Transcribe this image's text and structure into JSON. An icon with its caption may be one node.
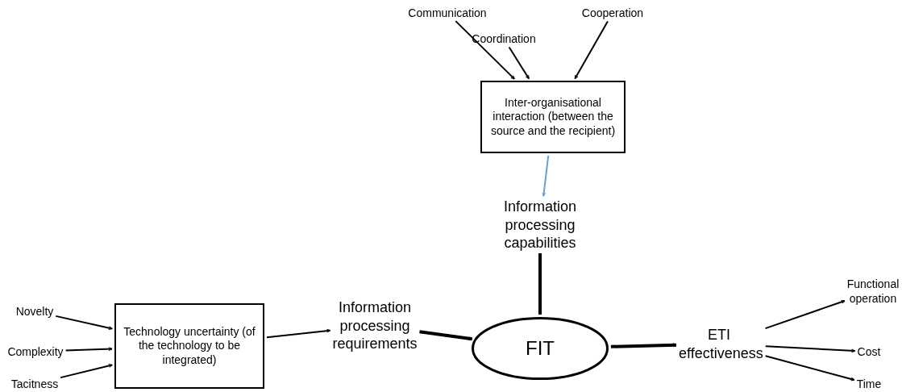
{
  "diagram": {
    "nodes": [
      {
        "text": [
          "Communication"
        ]
      },
      {
        "text": [
          "Coordination"
        ]
      },
      {
        "text": [
          "Cooperation"
        ]
      },
      {
        "text": [
          "Inter-organisational interaction (between the source and the recipient)"
        ]
      },
      {
        "text": [
          "Information processing capabilities"
        ]
      },
      {
        "text": [
          "FIT"
        ]
      },
      {
        "text": [
          "Novelty"
        ]
      },
      {
        "text": [
          "Complexity"
        ]
      },
      {
        "text": [
          "Tacitness"
        ]
      },
      {
        "text": [
          "Technology uncertainty (of the technology to be integrated)"
        ]
      },
      {
        "text": [
          "Information processing requirements"
        ]
      },
      {
        "text": [
          "ETI effectiveness"
        ]
      },
      {
        "text": [
          "Functional operation"
        ]
      },
      {
        "text": [
          "Cost"
        ]
      },
      {
        "text": [
          "Time"
        ]
      }
    ],
    "edges": [
      {
        "from": 0,
        "to": 3,
        "arrow": "to"
      },
      {
        "from": 1,
        "to": 3,
        "arrow": "to"
      },
      {
        "from": 2,
        "to": 3,
        "arrow": "to"
      },
      {
        "from": 3,
        "to": 4,
        "arrow": "to",
        "color": "#6a9fd4"
      },
      {
        "from": 4,
        "to": 5,
        "arrow": "to",
        "style": "thick"
      },
      {
        "from": 6,
        "to": 9,
        "arrow": "to"
      },
      {
        "from": 7,
        "to": 9,
        "arrow": "to"
      },
      {
        "from": 8,
        "to": 9,
        "arrow": "to"
      },
      {
        "from": 9,
        "to": 10,
        "arrow": "to"
      },
      {
        "from": 10,
        "to": 5,
        "arrow": "to",
        "style": "thick"
      },
      {
        "from": 5,
        "to": 11,
        "arrow": "to",
        "style": "thick"
      },
      {
        "from": 11,
        "to": 12,
        "arrow": "to"
      },
      {
        "from": 11,
        "to": 13,
        "arrow": "to"
      },
      {
        "from": 11,
        "to": 14,
        "arrow": "to"
      }
    ]
  }
}
